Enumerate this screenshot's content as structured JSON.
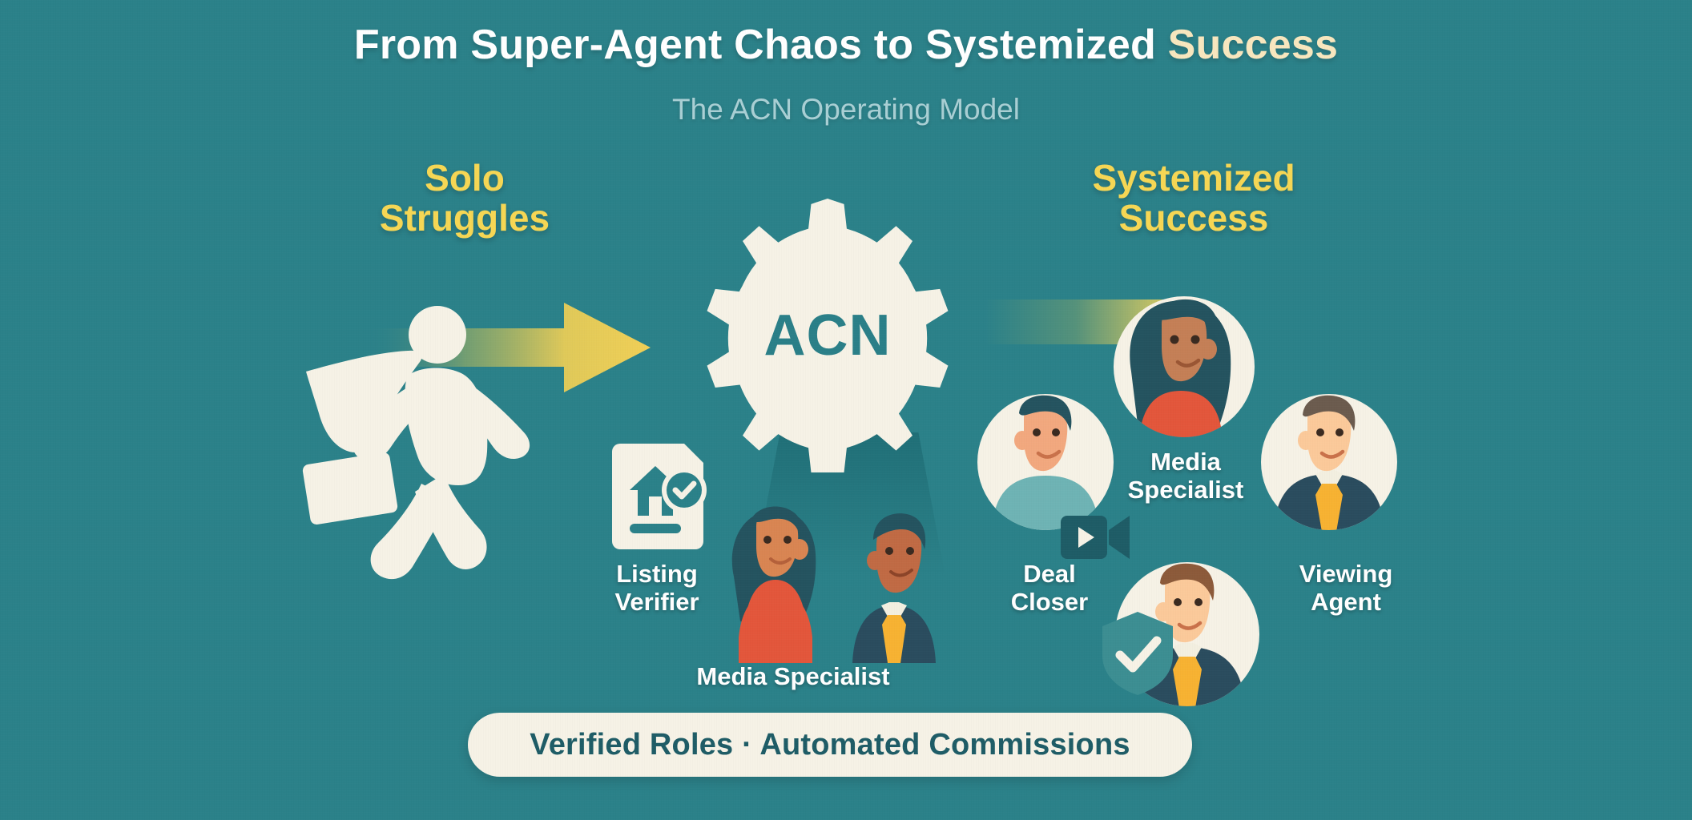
{
  "theme": {
    "background": "#2b8189",
    "cream": "#F6F2E6",
    "yellow": "#F6D754",
    "deep_teal": "#1E5C66",
    "subtitle_blue": "#A9CFD4",
    "title_accent": "#F8E7BE",
    "coral": "#E3563B",
    "navy_suit": "#2A4C5E",
    "tie_orange": "#F7B232"
  },
  "header": {
    "title_main": "From Super-Agent Chaos to Systemized ",
    "title_accent": "Success",
    "subtitle": "The ACN Operating Model"
  },
  "columns": {
    "left_heading": "Solo\nStruggles",
    "right_heading": "Systemized\nSuccess"
  },
  "hub": {
    "label": "ACN",
    "icon": "gear-icon"
  },
  "roles": [
    {
      "id": "listing-verifier",
      "label": "Listing\nVerifier",
      "icon": "document-house-check-icon"
    },
    {
      "id": "media-specialist-center",
      "label": "Media Specialist",
      "icon": "two-people-icon"
    },
    {
      "id": "media-specialist-right",
      "label": "Media\nSpecialist",
      "icon": "avatar-woman-icon"
    },
    {
      "id": "deal-closer",
      "label": "Deal\nCloser",
      "icon": "avatar-man-video-icon"
    },
    {
      "id": "viewing-agent",
      "label": "Viewing\nAgent",
      "icon": "avatar-man-suit-icon"
    },
    {
      "id": "verified-agent",
      "label": "",
      "icon": "avatar-man-shield-icon"
    }
  ],
  "footer": {
    "pill_text": "Verified Roles · Automated Commissions"
  }
}
